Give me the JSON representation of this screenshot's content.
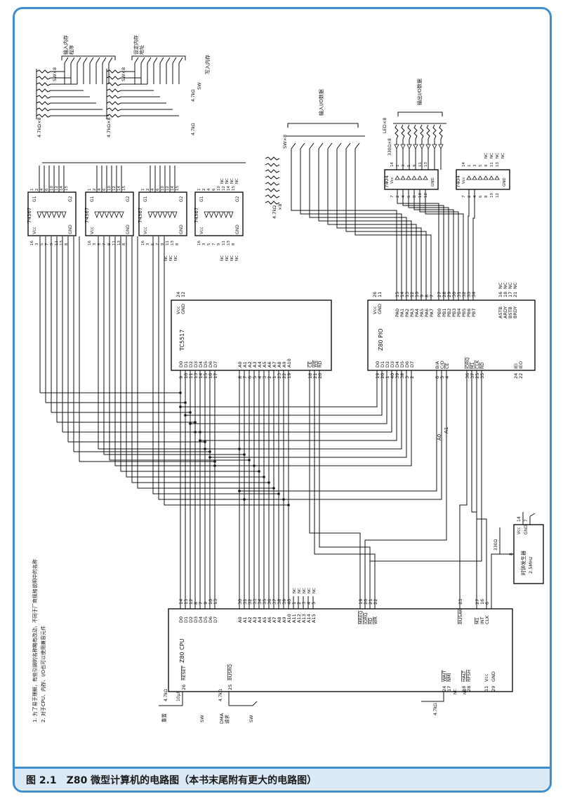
{
  "caption": "图 2.1　Z80 微型计算机的电路图（本书末尾附有更大的电路图）",
  "notes": [
    "1. 为了易于理解，有些引脚的名称略有改动，不同于厂商规格说明中的名称",
    "2. 对于CPU、内存、I/O也可以使用兼容元件"
  ],
  "labels": {
    "input_program": "输入内存\n程序",
    "set_address": "设定内存\n地址",
    "write_memory": "写入内存",
    "input_io": "输入I/O数据",
    "output_io": "输出I/O数据",
    "sw_x8": "SW×8",
    "res_x8": "4.7kΩ×8",
    "res_x8_b": "4.7kΩ\n×8",
    "led_x8": "LED×8",
    "r330_x8": "330Ω×8",
    "r47k": "4.7kΩ",
    "r330": "330Ω",
    "sw": "SW",
    "nc": "NC",
    "reset_lbl": "重置",
    "dma_lbl": "DMA\n请求",
    "cap": "10μF",
    "clock_gen": "时钟发生器",
    "clock_freq": "2.5MHz"
  },
  "chips": {
    "ls367": "74367",
    "ls04": "7404",
    "tc5517": "TC5517",
    "pio": "Z80 PIO",
    "cpu": "Z80 CPU"
  },
  "cpu_pins": {
    "data": [
      "D0",
      "D1",
      "D2",
      "D3",
      "D4",
      "D5",
      "D6",
      "D7"
    ],
    "data_nums": [
      "14",
      "15",
      "12",
      "8",
      "7",
      "9",
      "10",
      "13"
    ],
    "addr": [
      "A0",
      "A1",
      "A2",
      "A3",
      "A4",
      "A5",
      "A6",
      "A7",
      "A8",
      "A9",
      "A10",
      "A11",
      "A12",
      "A13",
      "A14",
      "A15"
    ],
    "addr_nums": [
      "30",
      "31",
      "32",
      "33",
      "34",
      "35",
      "36",
      "37",
      "38",
      "39",
      "40",
      "1",
      "2",
      "3",
      "4",
      "5"
    ],
    "ctrl": [
      "MREQ",
      "IORQ",
      "RD",
      "WR"
    ],
    "ctrl_nums": [
      "19",
      "20",
      "21",
      "22"
    ],
    "right": [
      "BUSAK",
      "M1",
      "INT",
      "CLK"
    ],
    "right_nums": [
      "23",
      "27",
      "16",
      "6"
    ],
    "bottom_left": [
      "RESET",
      "BUSRQ"
    ],
    "bottom_left_nums": [
      "26",
      "25"
    ],
    "bottom_right": [
      "WAIT",
      "NMI",
      "HALT",
      "RFSH",
      "Vcc",
      "GND"
    ],
    "bottom_right_nums": [
      "24",
      "17",
      "18",
      "28",
      "11",
      "29"
    ]
  },
  "mem_pins": {
    "data": [
      "D0",
      "D1",
      "D2",
      "D3",
      "D4",
      "D5",
      "D6",
      "D7"
    ],
    "data_nums": [
      "9",
      "10",
      "11",
      "13",
      "14",
      "15",
      "16",
      "17"
    ],
    "addr": [
      "A0",
      "A1",
      "A2",
      "A3",
      "A4",
      "A5",
      "A6",
      "A7",
      "A8",
      "A9",
      "A10"
    ],
    "addr_nums": [
      "8",
      "7",
      "6",
      "5",
      "4",
      "3",
      "2",
      "1",
      "23",
      "22",
      "19"
    ],
    "ctrl": [
      "CE",
      "WE",
      "RD"
    ],
    "ctrl_nums": [
      "18",
      "21",
      "20"
    ],
    "top": [
      "Vcc",
      "GND"
    ],
    "top_nums": [
      "24",
      "12"
    ]
  },
  "pio_pins": {
    "data": [
      "D0",
      "D1",
      "D2",
      "D3",
      "D4",
      "D5",
      "D6",
      "D7"
    ],
    "data_nums": [
      "19",
      "20",
      "1",
      "40",
      "39",
      "38",
      "3",
      "2"
    ],
    "ctrl": [
      "B/A",
      "C/D",
      "CE",
      "IORQ",
      "M1",
      "CLK",
      "RD"
    ],
    "ctrl_nums": [
      "6",
      "5",
      "4",
      "36",
      "37",
      "25",
      "35"
    ],
    "ie": [
      "IEI",
      "IEO"
    ],
    "ie_nums": [
      "24",
      "22"
    ],
    "porta": [
      "PA0",
      "PA1",
      "PA2",
      "PA3",
      "PA4",
      "PA5",
      "PA6",
      "PA7"
    ],
    "porta_nums": [
      "15",
      "14",
      "13",
      "12",
      "10",
      "9",
      "8",
      "7"
    ],
    "portb": [
      "PB0",
      "PB1",
      "PB2",
      "PB3",
      "PB4",
      "PB5",
      "PB6",
      "PB7"
    ],
    "portb_nums": [
      "27",
      "28",
      "29",
      "30",
      "31",
      "32",
      "33",
      "34"
    ],
    "strobe": [
      "ASTB",
      "ARDY",
      "BSTB",
      "BRDY"
    ],
    "strobe_nums": [
      "16",
      "18",
      "17",
      "21"
    ],
    "top": [
      "Vcc",
      "GND"
    ],
    "top_nums": [
      "26",
      "11"
    ]
  },
  "bus_labels": [
    "A0",
    "A1"
  ]
}
